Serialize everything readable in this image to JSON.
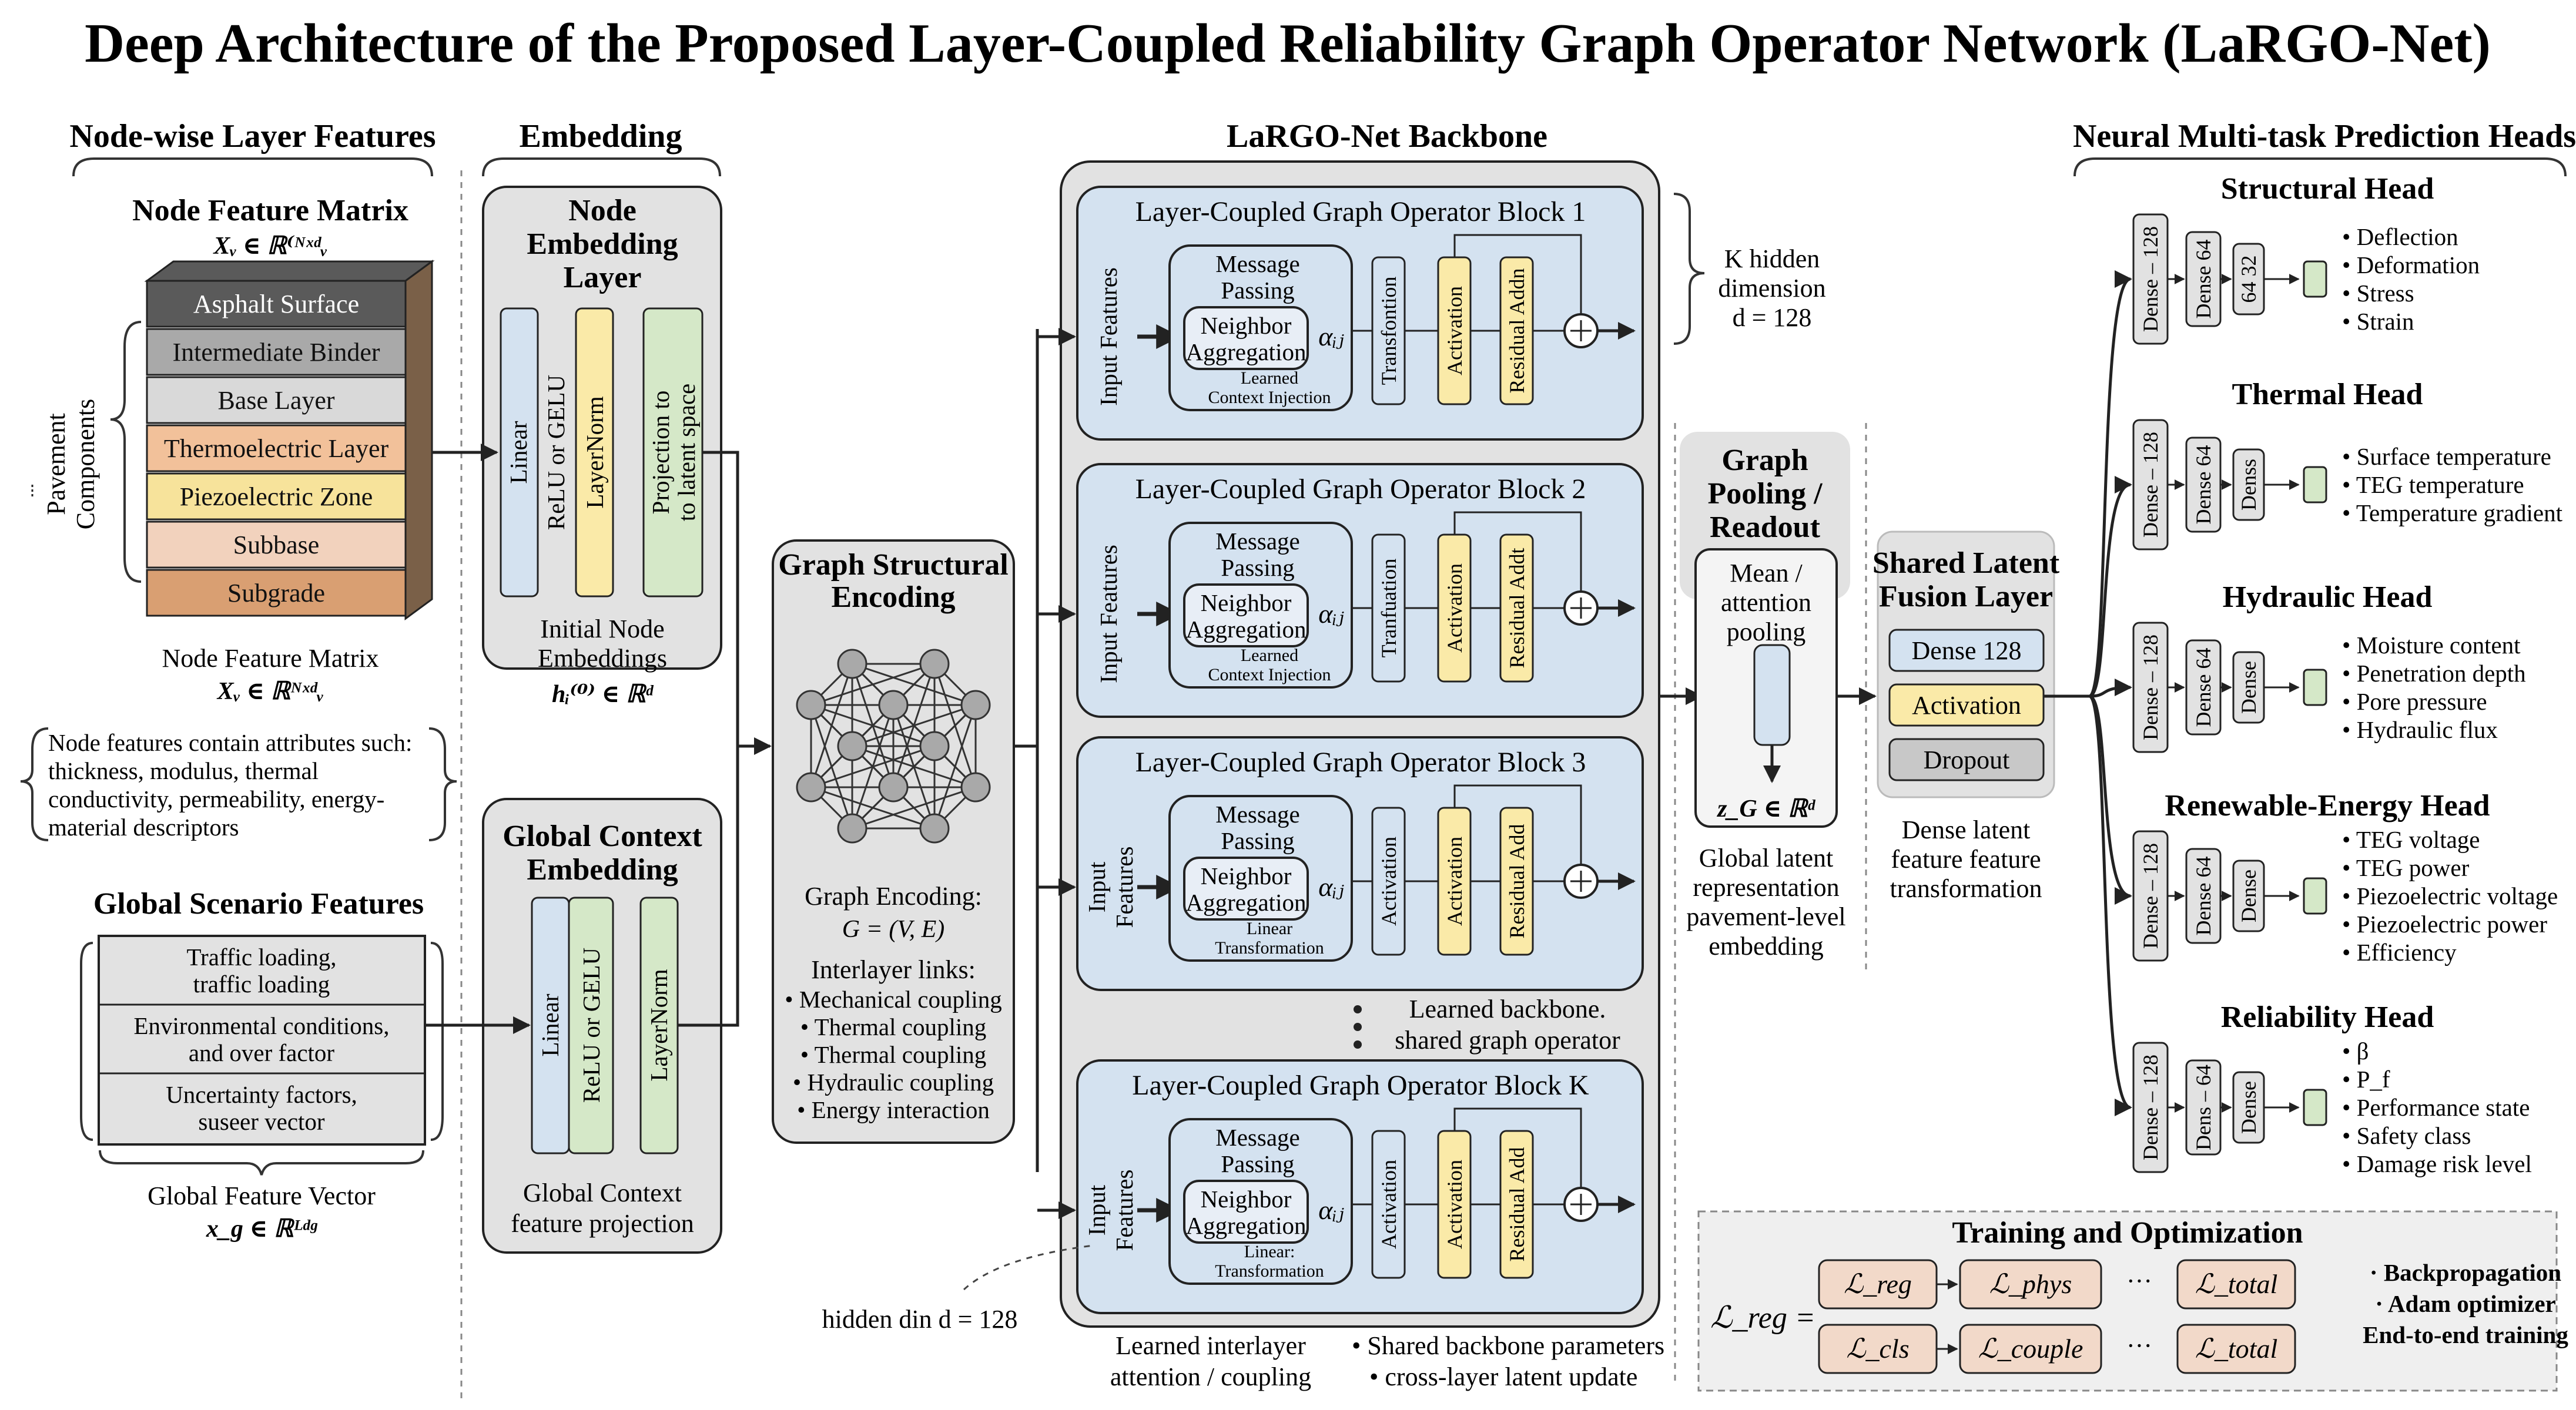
{
  "title": "Deep Architecture of the Proposed Layer-Coupled Reliability Graph Operator Network (LaRGO-Net)",
  "colors": {
    "blue": "#d4e2f0",
    "yellow": "#faeaa8",
    "green": "#d5e8c8",
    "panel": "#e2e2e2",
    "orange": "#f2c19a",
    "pale_yellow": "#f7e39b",
    "peach": "#f2d2bd"
  },
  "sections": {
    "features": "Node-wise Layer Features",
    "embedding": "Embedding",
    "backbone": "LaRGO-Net Backbone",
    "heads": "Neural Multi-task Prediction Heads"
  },
  "features": {
    "matrix_title": "Node Feature Matrix",
    "matrix_math": "Xᵥ ∈ ℝ⁽ᴺˣᵈᵥ",
    "layers": [
      "Asphalt Surface",
      "Intermediate Binder",
      "Base Layer",
      "Thermoelectric Layer",
      "Piezoelectric Zone",
      "Subbase",
      "Subgrade"
    ],
    "components_label": [
      "Pavement",
      "Components"
    ],
    "matrix_caption": "Node Feature Matrix",
    "matrix_caption_math": "Xᵥ ∈ ℝᴺˣᵈᵥ",
    "note": [
      "Node features contain attributes such:",
      "thickness, modulus, thermal",
      "conductivity, permeability, energy-",
      "material descriptors"
    ],
    "global_title": "Global Scenario Features",
    "global_rows": [
      [
        "Traffic loading,",
        "traffic loading"
      ],
      [
        "Environmental conditions,",
        "and over factor"
      ],
      [
        "Uncertainty factors,",
        "suseer vector"
      ]
    ],
    "global_caption": "Global Feature Vector",
    "global_math": "x_g ∈ ℝᴸᵈᵍ"
  },
  "embedding": {
    "node_title": [
      "Node",
      "Embedding",
      "Layer"
    ],
    "node_bars": [
      "Linear",
      "ReLU or GELU",
      "LayerNorm",
      "Projection to",
      "to latent space"
    ],
    "node_caption": [
      "Initial Node",
      "Embeddings"
    ],
    "node_math": "hᵢ⁽⁰⁾ ∈ ℝᵈ",
    "global_title": [
      "Global Context",
      "Embedding"
    ],
    "global_bars": [
      "Linear",
      "ReLU or GELU",
      "LayerNorm"
    ],
    "global_caption": [
      "Global Context",
      "feature projection"
    ]
  },
  "gse": {
    "title": [
      "Graph Structural",
      "Encoding"
    ],
    "encoding": "Graph Encoding:",
    "encoding_math": "G = (V, E)",
    "links_title": "Interlayer links:",
    "links": [
      "Mechanical coupling",
      "Thermal coupling",
      "Thermal coupling",
      "Hydraulic coupling",
      "Energy interaction"
    ]
  },
  "backbone": {
    "blocks": [
      {
        "title": "Layer-Coupled Graph Operator Block 1",
        "input": [
          "Input Features"
        ],
        "mp": [
          "Message",
          "Passing"
        ],
        "agg": [
          "Neighbor",
          "Aggregation"
        ],
        "sub": [
          "Learned",
          "Context Injection"
        ],
        "b1": "Transfontion",
        "b2": "Activation",
        "b3": "Residual Addn"
      },
      {
        "title": "Layer-Coupled Graph Operator Block 2",
        "input": [
          "Input Features"
        ],
        "mp": [
          "Message",
          "Passing"
        ],
        "agg": [
          "Neighbor",
          "Aggregation"
        ],
        "sub": [
          "Learned",
          "Context Injection"
        ],
        "b1": "Tranfuation",
        "b2": "Activation",
        "b3": "Residual Addt"
      },
      {
        "title": "Layer-Coupled Graph Operator Block 3",
        "input": [
          "Input",
          "Features"
        ],
        "mp": [
          "Message",
          "Passing"
        ],
        "agg": [
          "Neighbor",
          "Aggregation"
        ],
        "sub": [
          "Linear",
          "Transformation"
        ],
        "b1": "Activation",
        "b2": "Activation",
        "b3": "Residual Add"
      },
      {
        "title": "Layer-Coupled Graph Operator Block K",
        "input": [
          "Input",
          "Features"
        ],
        "mp": [
          "Message",
          "Passing"
        ],
        "agg": [
          "Neighbor",
          "Aggregation"
        ],
        "sub": [
          "Linear:",
          "Transformation"
        ],
        "b1": "Activation",
        "b2": "Activation",
        "b3": "Residual Add"
      }
    ],
    "alpha": "αᵢⱼ",
    "hidden_note": [
      "K hidden",
      "dimension",
      "d = 128"
    ],
    "learned_note": [
      "Learned backbone.",
      "shared graph operator"
    ],
    "hidden_din": "hidden din d = 128",
    "bottom_left": [
      "Learned interlayer",
      "attention / coupling"
    ],
    "bottom_right": [
      "• Shared backbone parameters",
      "• cross-layer latent update"
    ]
  },
  "pool": {
    "title": [
      "Graph",
      "Pooling /",
      "Readout"
    ],
    "inner": [
      "Mean /",
      "attention",
      "pooling"
    ],
    "math": "z_G ∈ ℝᵈ",
    "caption": [
      "Global latent",
      "representation",
      "pavement-level",
      "embedding"
    ]
  },
  "fusion": {
    "title": [
      "Shared Latent",
      "Fusion Layer"
    ],
    "items": [
      "Dense 128",
      "Activation",
      "Dropout"
    ],
    "caption": [
      "Dense latent",
      "feature feature",
      "transformation"
    ]
  },
  "heads": [
    {
      "title": "Structural Head",
      "bars": [
        "Dense – 128",
        "Dense 64",
        "64 32"
      ],
      "outputs": [
        "Deflection",
        "Deformation",
        "Stress",
        "Strain"
      ]
    },
    {
      "title": "Thermal Head",
      "bars": [
        "Dense – 128",
        "Dense 64",
        "Denss"
      ],
      "outputs": [
        "Surface temperature",
        "TEG temperature",
        "Temperature gradient"
      ]
    },
    {
      "title": "Hydraulic Head",
      "bars": [
        "Dense – 128",
        "Dense 64",
        "Dense"
      ],
      "outputs": [
        "Moisture content",
        "Penetration depth",
        "Pore pressure",
        "Hydraulic flux"
      ]
    },
    {
      "title": "Renewable-Energy Head",
      "bars": [
        "Dense – 128",
        "Dense 64",
        "Dense"
      ],
      "outputs": [
        "TEG voltage",
        "TEG power",
        "Piezoelectric voltage",
        "Piezoelectric power",
        "Efficiency"
      ]
    },
    {
      "title": "Reliability Head",
      "bars": [
        "Dense – 128",
        "Dens – 64",
        "Dense"
      ],
      "outputs": [
        "β",
        "P_f",
        "Performance state",
        "Safety class",
        "Damage risk level"
      ]
    }
  ],
  "training": {
    "title": "Training and Optimization",
    "lhs": "ℒ_reg =",
    "row1": [
      "ℒ_reg",
      "ℒ_phys",
      "ℒ_total"
    ],
    "row2": [
      "ℒ_cls",
      "ℒ_couple",
      "ℒ_total"
    ],
    "dots": "···",
    "notes": [
      "· Backpropagation",
      "· Adam optimizer",
      "End-to-end training"
    ]
  }
}
